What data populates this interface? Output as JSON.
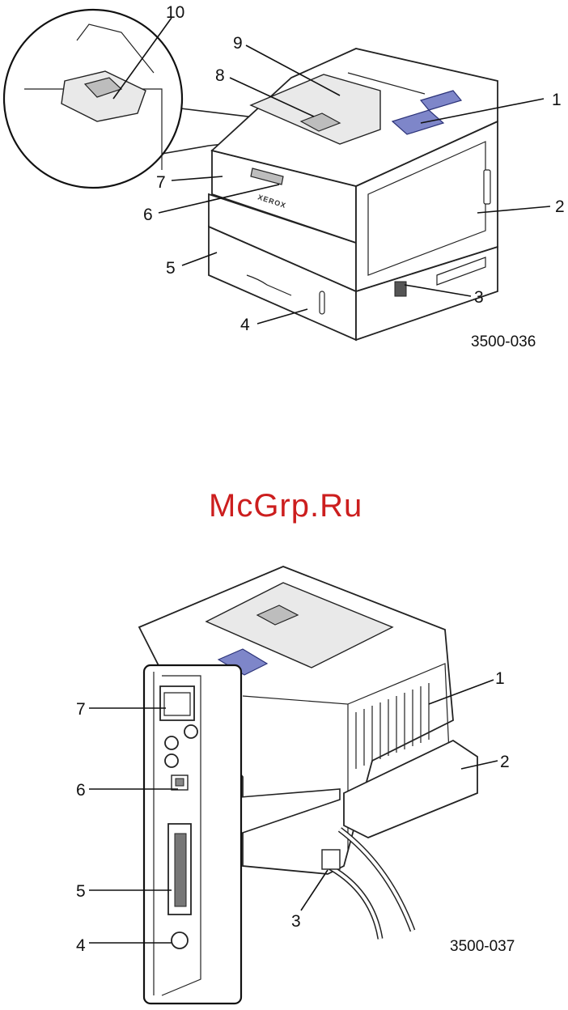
{
  "front_figure": {
    "figure_id": "3500-036",
    "brand": "XEROX",
    "callouts": [
      "1",
      "2",
      "3",
      "4",
      "5",
      "6",
      "7",
      "8",
      "9",
      "10"
    ]
  },
  "watermark": "McGrp.Ru",
  "rear_figure": {
    "figure_id": "3500-037",
    "callouts": [
      "1",
      "2",
      "3",
      "4",
      "5",
      "6",
      "7"
    ]
  }
}
